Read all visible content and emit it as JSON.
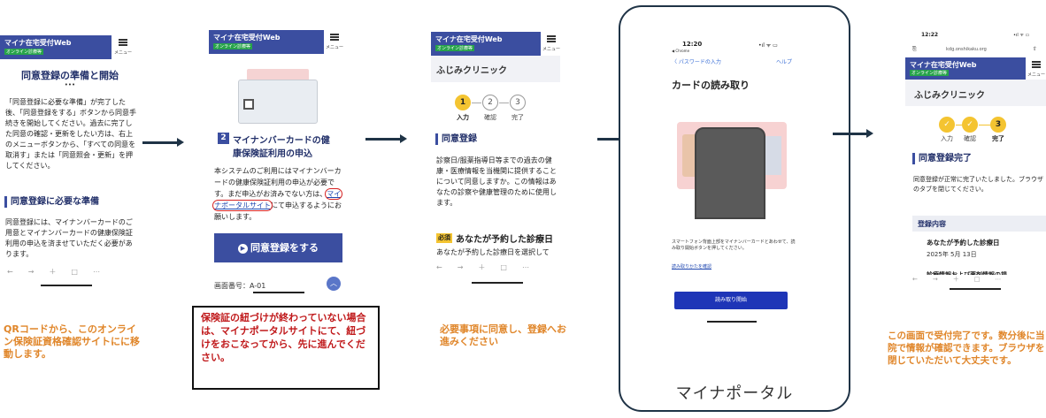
{
  "common": {
    "app_name": "マイナ在宅受付Web",
    "app_tag": "オンライン診療等",
    "menu_label": "メニュー",
    "browser_icons": [
      "←",
      "→",
      "＋",
      "□",
      "⋯"
    ]
  },
  "screen1": {
    "title": "同意登録の準備と開始",
    "dots": "•••",
    "paragraph": "「同意登録に必要な準備」が完了した後、「同意登録をする」ボタンから同意手続きを開始してください。過去に完了した同意の確認・更新をしたい方は、右上のメニューボタンから、「すべての同意を取消す」または「同意照会・更新」を押してください。",
    "section": "同意登録に必要な準備",
    "section_text": "同意登録には、マイナンバーカードのご用意とマイナンバーカードの健康保険証利用の申込を済ませていただく必要があります。"
  },
  "screen2": {
    "step_number": "2",
    "step_title_1": "マイナンバーカードの健",
    "step_title_2": "康保険証利用の申込",
    "body_1": "本システムのご利用にはマイナンバーカードの健康保険証利用の申込が必要です。まだ申込がお済みでない方は、",
    "link": "マイナポータルサイト",
    "body_2": "にて申込するようにお願いします。",
    "button": "同意登録をする",
    "screen_id": "画面番号：A-01"
  },
  "screen3": {
    "clinic": "ふじみクリニック",
    "steps": [
      {
        "num": "1",
        "label": "入力"
      },
      {
        "num": "2",
        "label": "確認"
      },
      {
        "num": "3",
        "label": "完了"
      }
    ],
    "section": "同意登録",
    "paragraph": "診察日/服薬指導日等までの過去の健康・医療情報を当機関に提供することについて同意しますか。この情報はあなたの診察や健康管理のために使用します。",
    "required_badge": "必須",
    "question": "あなたが予約した診療日",
    "question_sub": "あなたが予約した診療日を選択して"
  },
  "screen4": {
    "time": "12:20",
    "carrier": "◀ Chrome",
    "status_icons": "•ıl ᯤ ▭",
    "back": "パスワードの入力",
    "help": "ヘルプ",
    "title": "カードの読み取り",
    "instruction": "スマートフォン背面上部をマイナンバーカードとあわせて、読み取り開始ボタンを押してください。",
    "link": "読み取りかたを確認",
    "button": "読み取り開始",
    "device_label": "マイナポータル"
  },
  "screen5": {
    "time": "12:22",
    "status_icons": "•ıl ᯤ ▭",
    "url": "kdg.onshikaku.org",
    "clinic": "ふじみクリニック",
    "steps": [
      {
        "num": "✓",
        "label": "入力"
      },
      {
        "num": "✓",
        "label": "確認"
      },
      {
        "num": "3",
        "label": "完了"
      }
    ],
    "section": "同意登録完了",
    "paragraph": "同意登録が正常に完了いたしました。ブラウザのタブを閉じてください。",
    "content_header": "登録内容",
    "item_title": "あなたが予約した診療日",
    "item_value": "2025年 5月 13日",
    "item_next": "診療情報および薬剤情報の提"
  },
  "captions": {
    "c1": "QRコードから、このオンライン保険証資格確認サイトにに移動します。",
    "c2": "保険証の紐づけが終わっていない場合は、マイナポータルサイトにて、紐づけをおこなってから、先に進んでください。",
    "c3": "必要事項に同意し、登録へお進みください",
    "c5": "この画面で受付完了です。数分後に当院で情報が確認できます。ブラウザを閉じていただいて大丈夫です。"
  },
  "colors": {
    "header": "#3b4ea0",
    "accent_yellow": "#f4c431",
    "caption_orange": "#e0862a",
    "caption_red": "#c0191b",
    "arrow": "#1f3346"
  }
}
